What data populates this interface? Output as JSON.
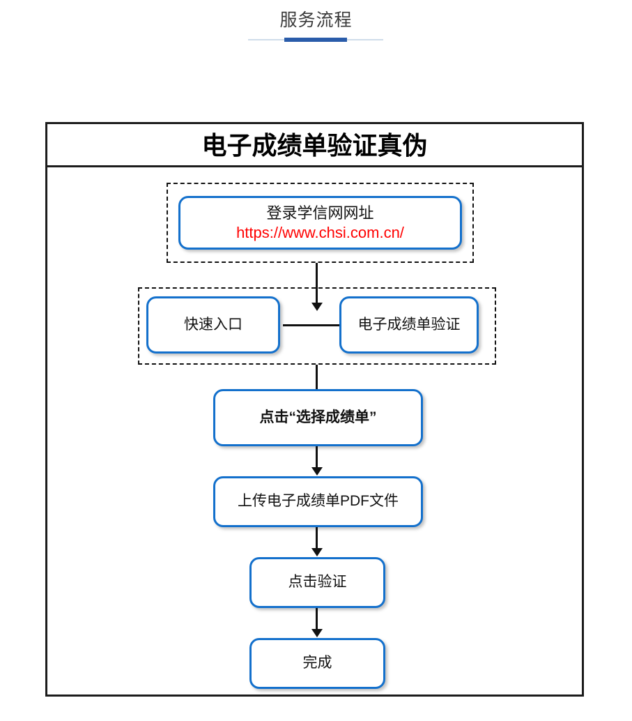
{
  "header": {
    "title": "服务流程",
    "accent_color": "#2a5caa",
    "rule_color": "#cfdcea"
  },
  "card": {
    "title": "电子成绩单验证真伪",
    "border_color": "#1c1c1c",
    "node_border_color": "#1370cc",
    "link_color": "#ff0000"
  },
  "flow": {
    "nodes": [
      {
        "id": "login-chsi",
        "label": "登录学信网网址",
        "url": "https://www.chsi.com.cn/"
      },
      {
        "id": "quick-entry",
        "label": "快速入口"
      },
      {
        "id": "transcript-verify",
        "label": "电子成绩单验证"
      },
      {
        "id": "click-select-transcript",
        "label": "点击“选择成绩单”"
      },
      {
        "id": "upload-pdf",
        "label": "上传电子成绩单PDF文件"
      },
      {
        "id": "click-verify",
        "label": "点击验证"
      },
      {
        "id": "done",
        "label": "完成"
      }
    ]
  }
}
